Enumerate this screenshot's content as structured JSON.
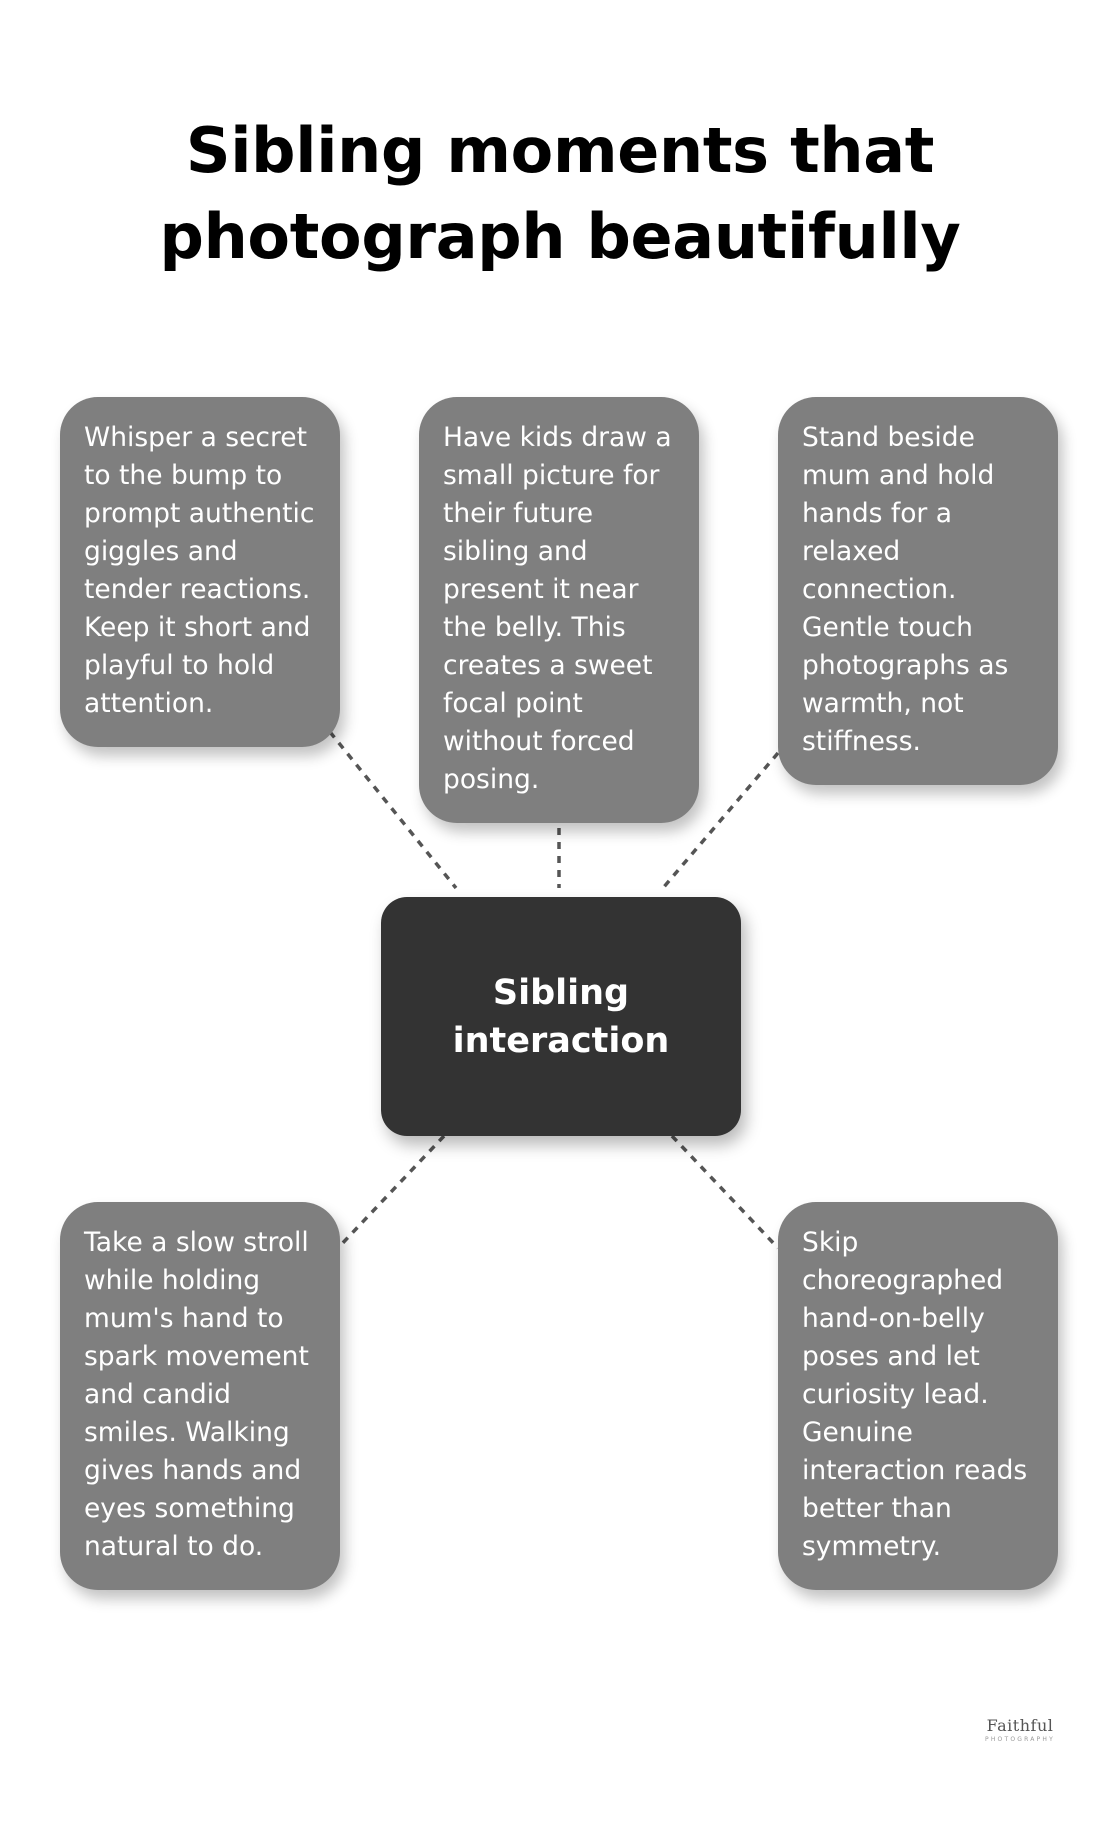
{
  "title": "Sibling moments that photograph beautifully",
  "center": {
    "label": "Sibling interaction"
  },
  "tips": [
    {
      "text": "Whisper a secret to the bump to prompt authentic giggles and tender reactions. Keep it short and playful to hold attention."
    },
    {
      "text": "Have kids draw a small picture for their future sibling and present it near the belly. This creates a sweet focal point without forced posing."
    },
    {
      "text": "Stand beside mum and hold hands for a relaxed connection. Gentle touch photographs as warmth, not stiffness."
    },
    {
      "text": "Take a slow stroll while holding mum's hand to spark movement and candid smiles. Walking gives hands and eyes something natural to do."
    },
    {
      "text": "Skip choreographed hand-on-belly poses and let curiosity lead. Genuine interaction reads better than symmetry."
    }
  ],
  "brand": {
    "name": "Faithful",
    "tagline": "PHOTOGRAPHY"
  },
  "colors": {
    "tip_box": "#7f7f7f",
    "center_box": "#333333",
    "connector": "#555555",
    "title": "#000000"
  }
}
